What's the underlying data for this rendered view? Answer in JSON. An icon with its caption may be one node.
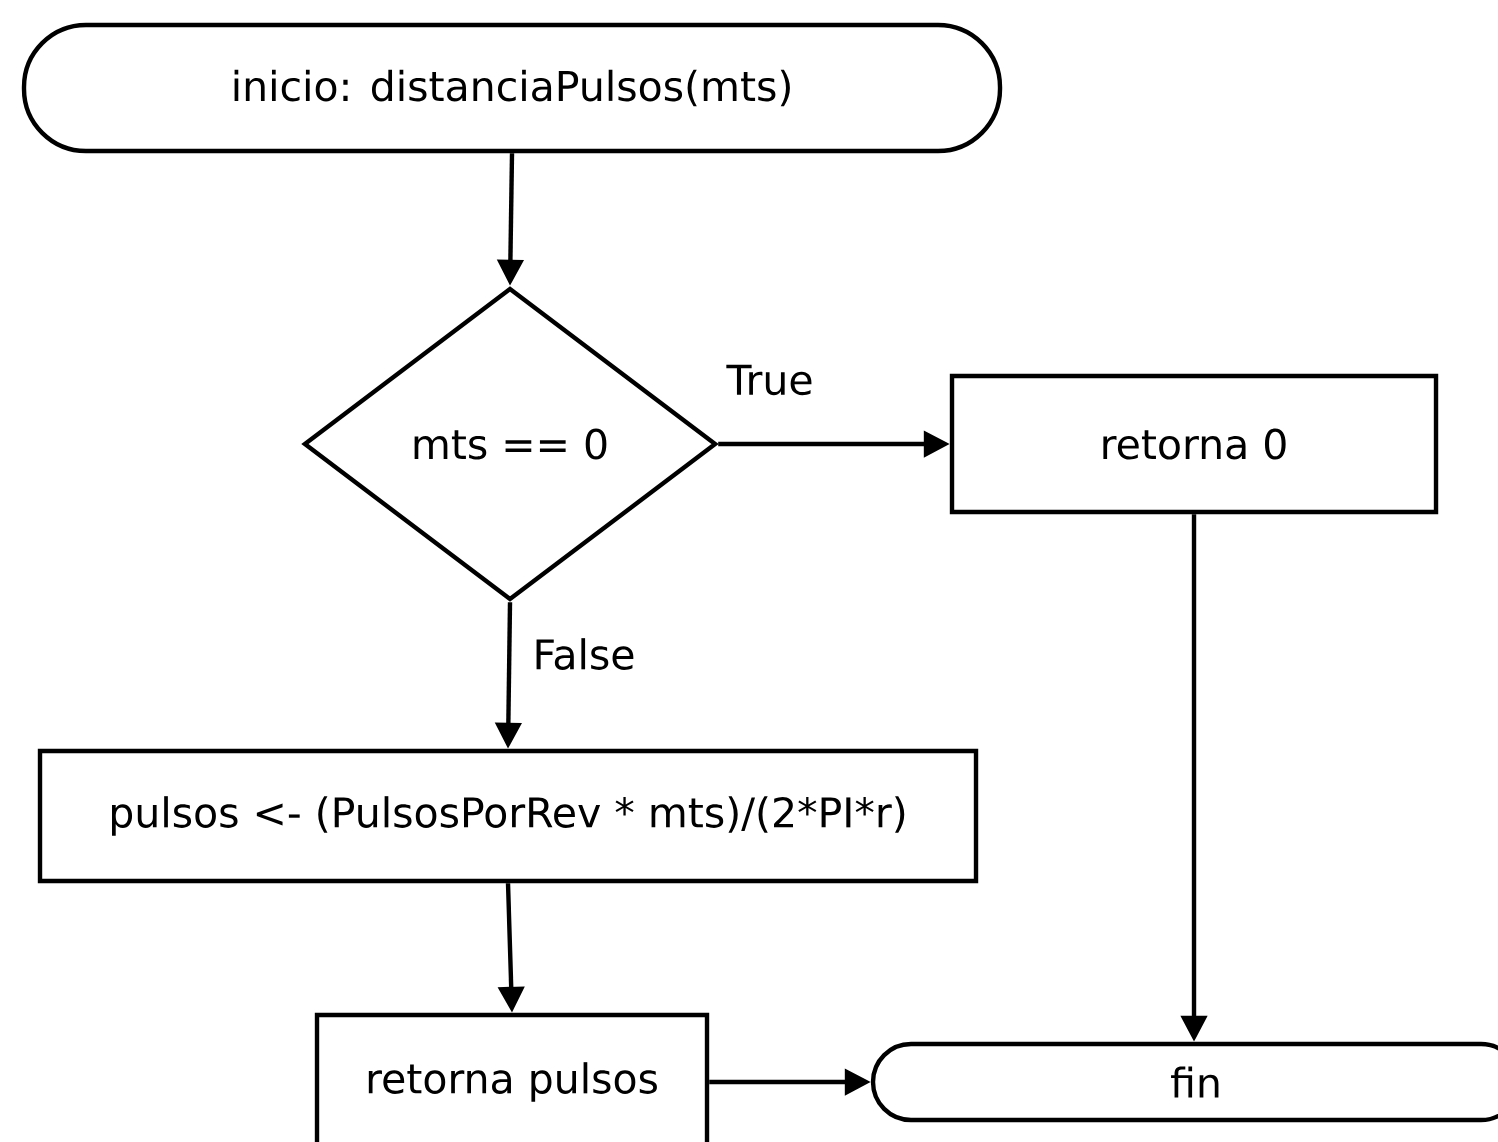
{
  "diagram": {
    "nodes": [
      {
        "text": [
          "inicio: distanciaPulsos(mts)"
        ]
      },
      {
        "text": [
          "mts == 0"
        ]
      },
      {
        "text": [
          "retorna 0"
        ]
      },
      {
        "text": [
          "pulsos <- (PulsosPorRev * mts)/(2*PI*r)"
        ]
      },
      {
        "text": [
          "retorna pulsos"
        ]
      },
      {
        "text": [
          "fin"
        ]
      }
    ],
    "edges": [
      {
        "from": 0,
        "to": 1,
        "arrow": "to"
      },
      {
        "from": 1,
        "to": 2,
        "arrow": "to",
        "label": "True"
      },
      {
        "from": 1,
        "to": 3,
        "arrow": "to",
        "label": "False"
      },
      {
        "from": 3,
        "to": 4,
        "arrow": "to"
      },
      {
        "from": 2,
        "to": 5,
        "arrow": "to"
      },
      {
        "from": 4,
        "to": 5,
        "arrow": "to"
      }
    ]
  }
}
